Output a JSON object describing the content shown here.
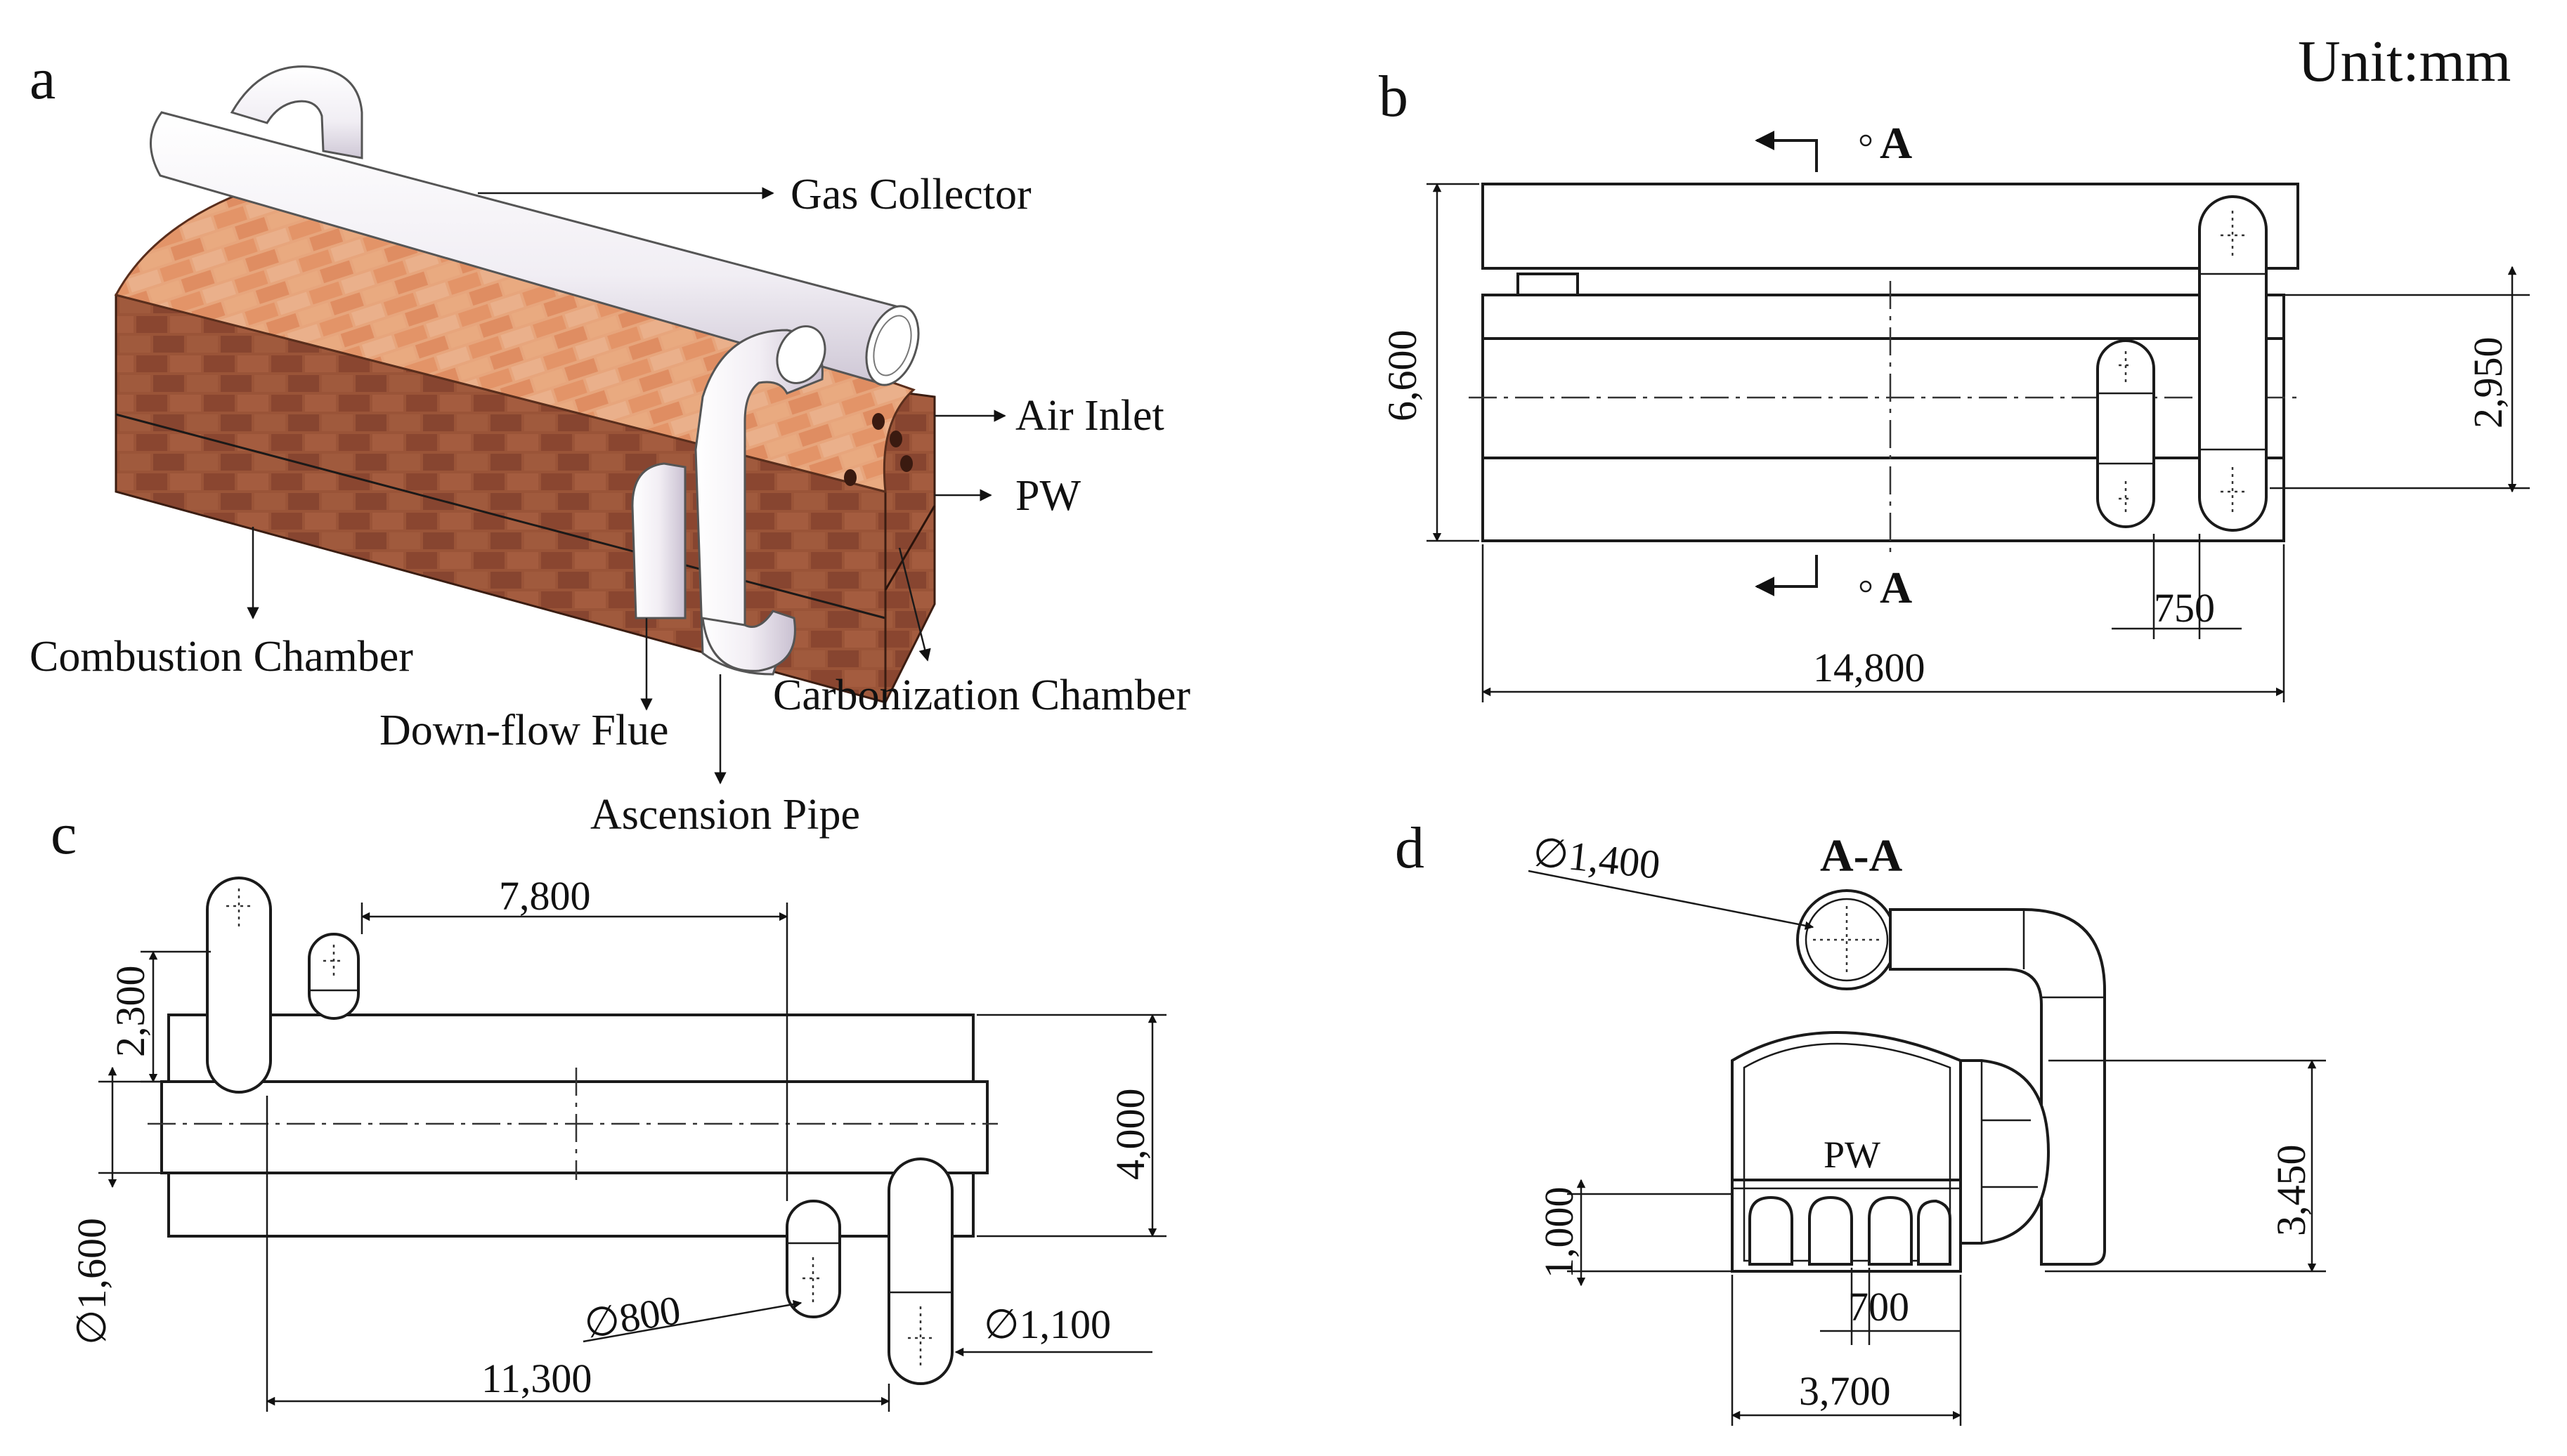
{
  "unit_label": "Unit:mm",
  "panels": {
    "a": {
      "letter": "a",
      "labels": {
        "gas_collector": "Gas Collector",
        "air_inlet": "Air Inlet",
        "pw": "PW",
        "combustion_chamber": "Combustion Chamber",
        "carbonization_chamber": "Carbonization Chamber",
        "down_flow_flue": "Down-flow Flue",
        "ascension_pipe": "Ascension Pipe"
      }
    },
    "b": {
      "letter": "b",
      "section_top": "A",
      "section_bottom": "A",
      "dims": {
        "height": "6,600",
        "pipe_height": "2,950",
        "pipe_width": "750",
        "length": "14,800"
      }
    },
    "c": {
      "letter": "c",
      "dims": {
        "spacing": "7,800",
        "pipe_rise": "2,300",
        "height": "4,000",
        "pipe_dia_left": "∅1,600",
        "pipe_dia_small": "∅800",
        "pipe_dia_right": "∅1,100",
        "length": "11,300"
      }
    },
    "d": {
      "letter": "d",
      "title": "A-A",
      "pw": "PW",
      "dims": {
        "collector_dia": "∅1,400",
        "height": "3,450",
        "flue_height": "1,000",
        "flue_width": "700",
        "width": "3,700"
      }
    }
  },
  "colors": {
    "brick_light": "#e8a176",
    "brick_dark": "#8c4a32",
    "mortar": "#f3d2bd",
    "pipe": "#f4f1f6"
  }
}
